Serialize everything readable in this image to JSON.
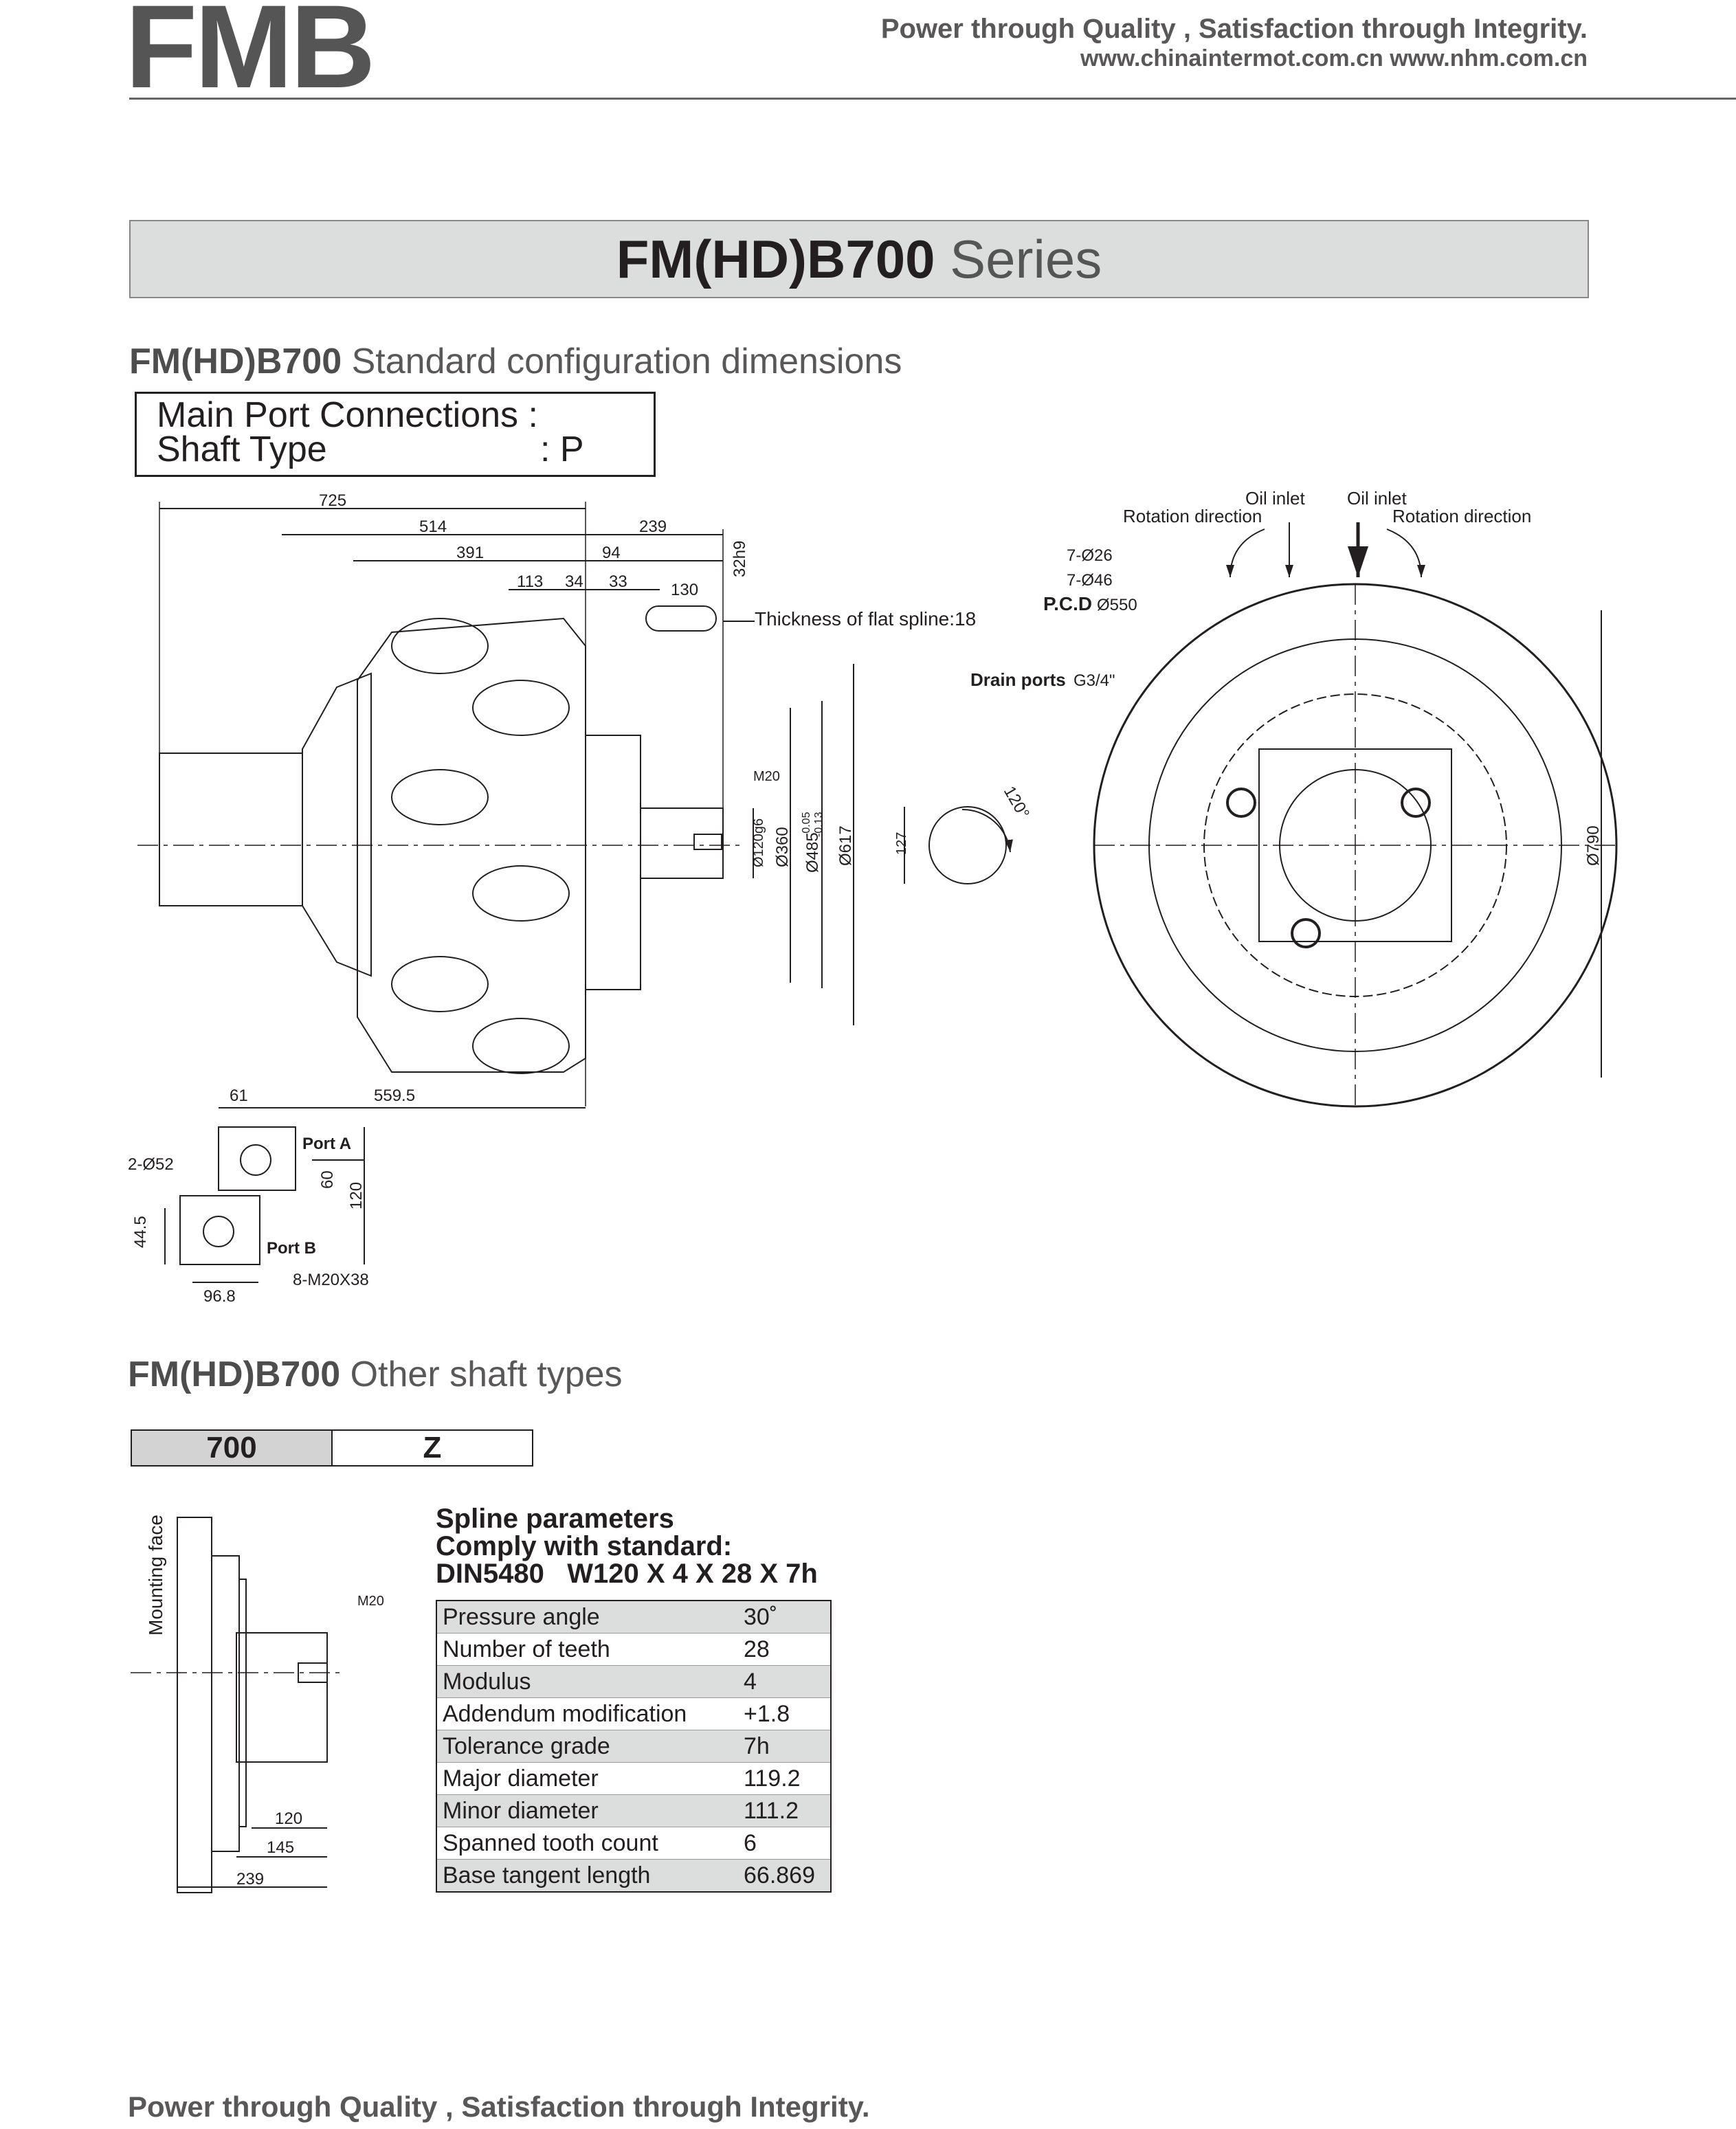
{
  "header": {
    "logo": "FMB",
    "tagline": "Power through Quality , Satisfaction through Integrity.",
    "website": "www.chinaintermot.com.cn  www.nhm.com.cn"
  },
  "series": {
    "model": "FM(HD)B700",
    "word": "Series"
  },
  "standard_section": {
    "model": "FM(HD)B700",
    "title": "Standard configuration dimensions",
    "main_port_label": "Main Port Connections :",
    "shaft_type_label": "Shaft Type",
    "shaft_type_value": ": P"
  },
  "drawing_labels": {
    "dim_725": "725",
    "dim_514": "514",
    "dim_239": "239",
    "dim_391": "391",
    "dim_94": "94",
    "dim_113": "113",
    "dim_34": "34",
    "dim_33": "33",
    "dim_130": "130",
    "dim_32h9": "32h9",
    "flat_spline": "Thickness of flat spline:18",
    "m20": "M20",
    "d120g6": "Ø120g6",
    "d360": "Ø360",
    "d485": "Ø485",
    "d485_tol_upper": "-0.05",
    "d485_tol_lower": "-0.13",
    "d617": "Ø617",
    "dim_127": "127",
    "angle_120": "120°",
    "dim_61": "61",
    "dim_559_5": "559.5",
    "port_a": "Port A",
    "port_b": "Port B",
    "holes_2_52": "2-Ø52",
    "dim_60": "60",
    "dim_120": "120",
    "dim_44_5": "44.5",
    "dim_96_8": "96.8",
    "thread_8_m20": "8-M20X38",
    "oil_inlet_1": "Oil inlet",
    "oil_inlet_2": "Oil inlet",
    "rotation_1": "Rotation direction",
    "rotation_2": "Rotation direction",
    "holes_7_26": "7-Ø26",
    "holes_7_46": "7-Ø46",
    "pcd_label": "P.C.D",
    "pcd_value": "Ø550",
    "drain_label": "Drain ports",
    "drain_value": "G3/4\"",
    "d790": "Ø790"
  },
  "other_section": {
    "model": "FM(HD)B700",
    "title": "Other shaft types",
    "tab_cells": [
      "700",
      "Z"
    ]
  },
  "z_drawing": {
    "mounting_face": "Mounting face",
    "m20": "M20",
    "dim_120": "120",
    "dim_145": "145",
    "dim_239": "239"
  },
  "spline": {
    "heading": "Spline parameters",
    "standard_label": "Comply with standard:",
    "standard_code": "DIN5480   W120 X 4 X 28 X 7h",
    "rows": [
      {
        "param": "Pressure angle",
        "value": "30˚"
      },
      {
        "param": "Number of teeth",
        "value": "28"
      },
      {
        "param": "Modulus",
        "value": "4"
      },
      {
        "param": "Addendum modification",
        "value": "+1.8"
      },
      {
        "param": "Tolerance grade",
        "value": "7h"
      },
      {
        "param": "Major diameter",
        "value": "119.2"
      },
      {
        "param": "Minor diameter",
        "value": "111.2"
      },
      {
        "param": "Spanned tooth count",
        "value": "6"
      },
      {
        "param": "Base tangent length",
        "value": "66.869"
      }
    ]
  },
  "footer": {
    "tagline": "Power through Quality , Satisfaction through Integrity."
  }
}
